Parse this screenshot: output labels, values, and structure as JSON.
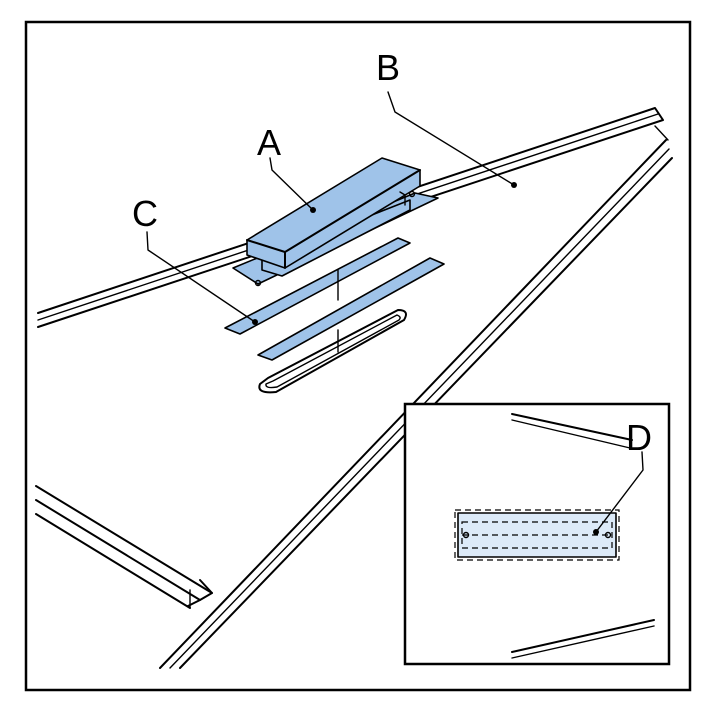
{
  "labels": {
    "a": "A",
    "b": "B",
    "c": "C",
    "d": "D"
  },
  "colors": {
    "part_fill": "#9fc3e9",
    "part_light": "#dceaf8",
    "line": "#000000",
    "background": "#ffffff"
  }
}
